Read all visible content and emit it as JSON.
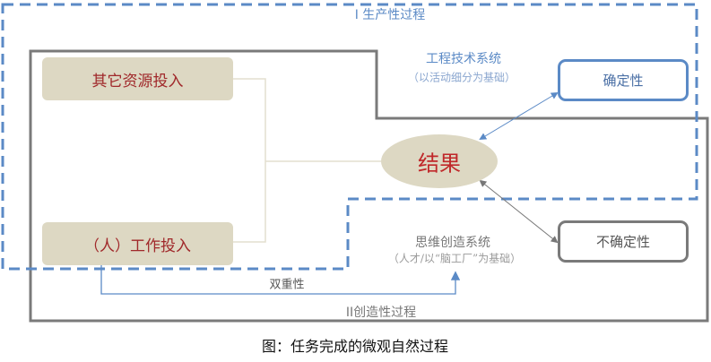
{
  "regions": {
    "production": "I 生产性过程",
    "creative": "II创造性过程"
  },
  "inputs": {
    "other_resources": "其它资源投入",
    "work": "（人）工作投入"
  },
  "result": "结果",
  "engineering": {
    "title": "工程技术系统",
    "subtitle": "（以活动细分为基础）"
  },
  "thinking": {
    "title": "思维创造系统",
    "subtitle": "（人才/以“脑工厂”为基础）"
  },
  "certainty": "确定性",
  "uncertainty": "不确定性",
  "duality": "双重性",
  "caption": "图：任务完成的微观自然过程",
  "colors": {
    "blue": "#5b8ac6",
    "gray": "#7a7a7a",
    "input_fill": "#ddd8c3",
    "red": "#c0282a"
  }
}
